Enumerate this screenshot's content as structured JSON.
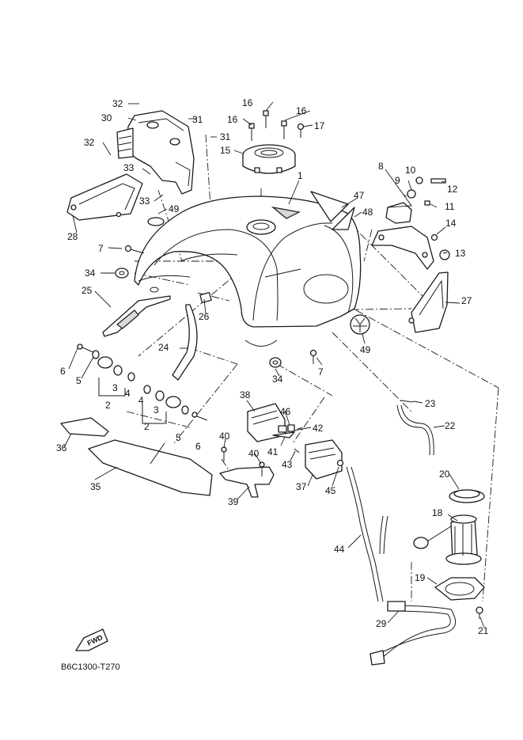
{
  "diagram": {
    "code": "B6C1300-T270",
    "fwd_label": "FWD"
  },
  "callouts": [
    "1",
    "2",
    "2",
    "3",
    "3",
    "4",
    "4",
    "5",
    "5",
    "6",
    "6",
    "7",
    "7",
    "8",
    "9",
    "10",
    "11",
    "12",
    "13",
    "14",
    "15",
    "16",
    "16",
    "16",
    "17",
    "18",
    "19",
    "20",
    "21",
    "22",
    "23",
    "24",
    "25",
    "26",
    "27",
    "28",
    "29",
    "30",
    "31",
    "31",
    "32",
    "32",
    "33",
    "33",
    "34",
    "34",
    "35",
    "36",
    "37",
    "38",
    "39",
    "40",
    "40",
    "41",
    "42",
    "43",
    "44",
    "45",
    "46",
    "47",
    "48",
    "49",
    "49"
  ]
}
